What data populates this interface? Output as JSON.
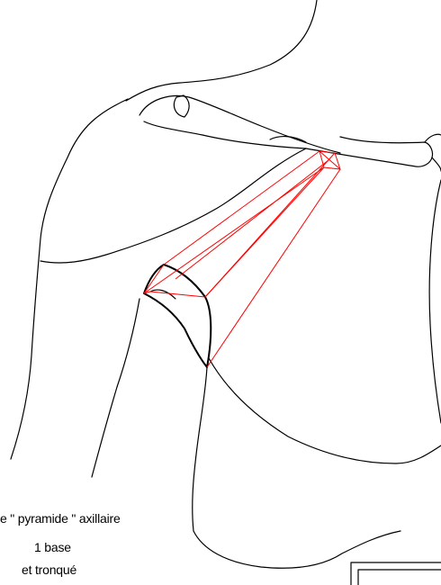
{
  "caption": {
    "line1": "e \" pyramide \" axillaire",
    "line2": "1 base",
    "line3": "et tronqué"
  },
  "colors": {
    "outline": "#000000",
    "pyramid": "#ff0000",
    "background": "#ffffff"
  }
}
